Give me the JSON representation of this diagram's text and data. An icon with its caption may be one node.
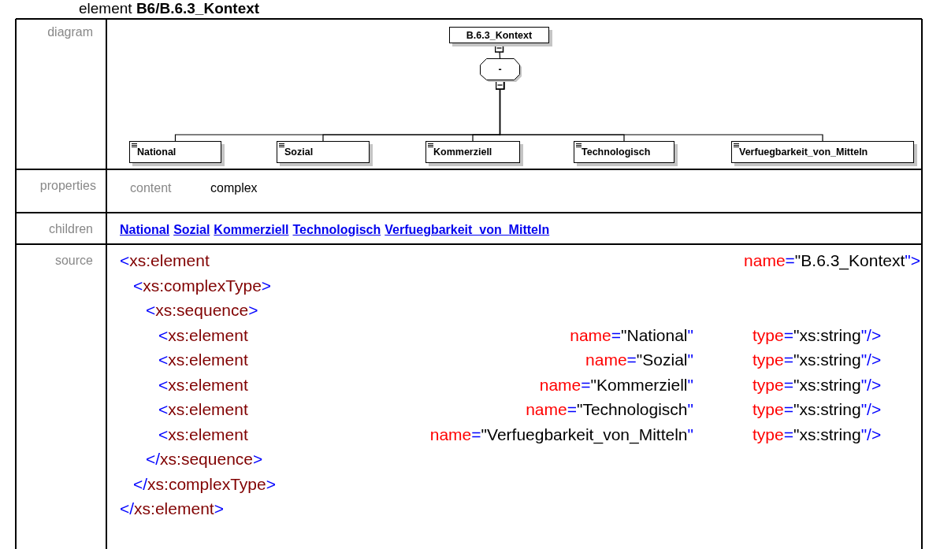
{
  "diagram": {
    "title": "element **B6/B.6.3_Kontext**",
    "nodes": [
      {
        "text": [
          "B.6.3_Kontext"
        ]
      },
      {
        "text": [
          "-"
        ]
      },
      {
        "text": [
          "National"
        ]
      },
      {
        "text": [
          "Sozial"
        ]
      },
      {
        "text": [
          "Kommerziell"
        ]
      },
      {
        "text": [
          "Technologisch"
        ]
      },
      {
        "text": [
          "Verfuegbarkeit_von_Mitteln"
        ]
      }
    ],
    "edges": [
      {
        "from": 0,
        "to": 1,
        "arrow": "other"
      },
      {
        "from": 1,
        "to": 2,
        "arrow": "other"
      },
      {
        "from": 1,
        "to": 3,
        "arrow": "other"
      },
      {
        "from": 1,
        "to": 4,
        "arrow": "other"
      },
      {
        "from": 1,
        "to": 5,
        "arrow": "other"
      },
      {
        "from": 1,
        "to": 6,
        "arrow": "other"
      }
    ],
    "labels": [
      "diagram",
      "properties",
      "content",
      "complex",
      "children",
      "National",
      "Sozial",
      "Kommerziell",
      "Technologisch",
      "Verfuegbarkeit_von_Mitteln",
      "source",
      "<xs:element",
      "name=\"B.6.3_Kontext\">",
      "<xs:complexType>",
      "<xs:sequence>",
      "<xs:element",
      "name=\"National\"",
      "type=\"xs:string\"/>",
      "<xs:element",
      "name=\"Sozial\"",
      "type=\"xs:string\"/>",
      "<xs:element",
      "name=\"Kommerziell\"",
      "type=\"xs:string\"/>",
      "<xs:element",
      "name=\"Technologisch\"",
      "type=\"xs:string\"/>",
      "<xs:element",
      "name=\"Verfuegbarkeit_von_Mitteln\"",
      "type=\"xs:string\"/>",
      "</xs:sequence>",
      "</xs:complexType>",
      "</xs:element>"
    ]
  }
}
